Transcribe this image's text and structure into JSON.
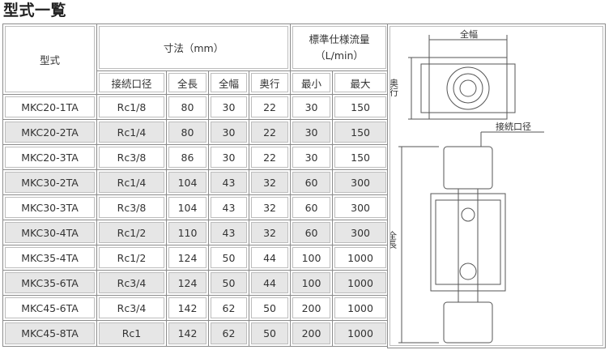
{
  "title": "型式一覧",
  "headers": {
    "model": "型式",
    "dimensions": "寸法（mm）",
    "flow_line1": "標準仕様流量",
    "flow_line2": "（L/min）",
    "port": "接続口径",
    "length": "全長",
    "width": "全幅",
    "depth": "奥行",
    "min": "最小",
    "max": "最大"
  },
  "rows": [
    {
      "model": "MKC20-1TA",
      "port": "Rc1/8",
      "length": "80",
      "width": "30",
      "depth": "22",
      "min": "30",
      "max": "150"
    },
    {
      "model": "MKC20-2TA",
      "port": "Rc1/4",
      "length": "80",
      "width": "30",
      "depth": "22",
      "min": "30",
      "max": "150"
    },
    {
      "model": "MKC20-3TA",
      "port": "Rc3/8",
      "length": "86",
      "width": "30",
      "depth": "22",
      "min": "30",
      "max": "150"
    },
    {
      "model": "MKC30-2TA",
      "port": "Rc1/4",
      "length": "104",
      "width": "43",
      "depth": "32",
      "min": "60",
      "max": "300"
    },
    {
      "model": "MKC30-3TA",
      "port": "Rc3/8",
      "length": "104",
      "width": "43",
      "depth": "32",
      "min": "60",
      "max": "300"
    },
    {
      "model": "MKC30-4TA",
      "port": "Rc1/2",
      "length": "110",
      "width": "43",
      "depth": "32",
      "min": "60",
      "max": "300"
    },
    {
      "model": "MKC35-4TA",
      "port": "Rc1/2",
      "length": "124",
      "width": "50",
      "depth": "44",
      "min": "100",
      "max": "1000"
    },
    {
      "model": "MKC35-6TA",
      "port": "Rc3/4",
      "length": "124",
      "width": "50",
      "depth": "44",
      "min": "100",
      "max": "1000"
    },
    {
      "model": "MKC45-6TA",
      "port": "Rc3/4",
      "length": "142",
      "width": "62",
      "depth": "50",
      "min": "200",
      "max": "1000"
    },
    {
      "model": "MKC45-8TA",
      "port": "Rc1",
      "length": "142",
      "width": "62",
      "depth": "50",
      "min": "200",
      "max": "1000"
    }
  ],
  "diagram": {
    "width_label": "全幅",
    "depth_label": "奥行",
    "port_label": "接続口径",
    "length_label": "全長"
  },
  "colors": {
    "border": "#8c8c8c",
    "alt_row": "#e6e6e6",
    "text": "#333333"
  }
}
